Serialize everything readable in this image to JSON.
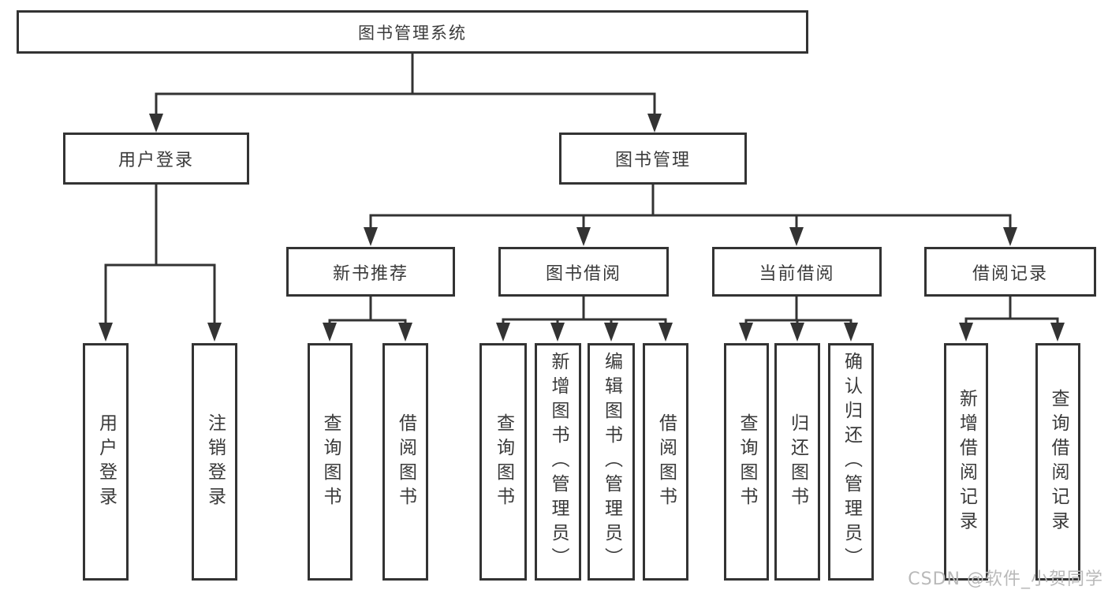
{
  "tree": {
    "root": {
      "label": "图书管理系统"
    },
    "branches": [
      {
        "label": "用户登录",
        "children": [
          {
            "label": "用户登录"
          },
          {
            "label": "注销登录"
          }
        ]
      },
      {
        "label": "图书管理",
        "children": [
          {
            "label": "新书推荐",
            "children": [
              {
                "label": "查询图书"
              },
              {
                "label": "借阅图书"
              }
            ]
          },
          {
            "label": "图书借阅",
            "children": [
              {
                "label": "查询图书"
              },
              {
                "label": "新增图书（管理员）"
              },
              {
                "label": "编辑图书（管理员）"
              },
              {
                "label": "借阅图书"
              }
            ]
          },
          {
            "label": "当前借阅",
            "children": [
              {
                "label": "查询图书"
              },
              {
                "label": "归还图书"
              },
              {
                "label": "确认归还（管理员）"
              }
            ]
          },
          {
            "label": "借阅记录",
            "children": [
              {
                "label": "新增借阅记录"
              },
              {
                "label": "查询借阅记录"
              }
            ]
          }
        ]
      }
    ]
  },
  "watermark": {
    "text": "CSDN @软件_小贺同学"
  },
  "colors": {
    "line": "#333333",
    "box_fill": "#ffffff",
    "text": "#3a3a3a",
    "watermark": "#b9b9b9",
    "background": "#ffffff"
  }
}
